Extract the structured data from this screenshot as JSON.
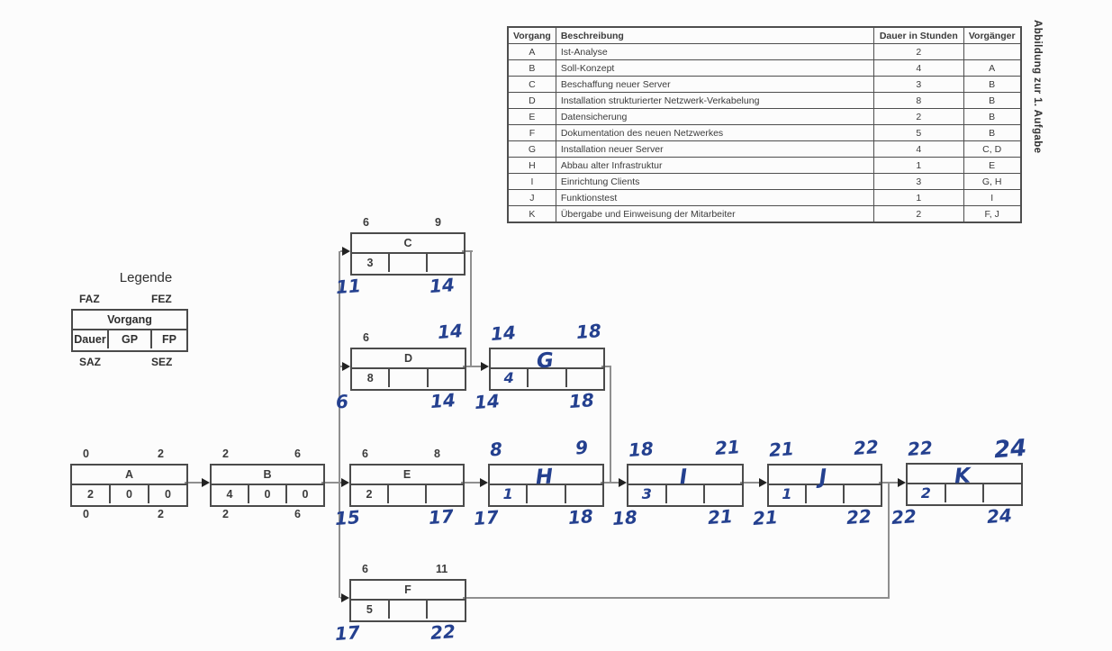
{
  "caption": "Abbildung zur 1. Aufgabe",
  "colors": {
    "ink": "#24408f",
    "printed": "#3b3b3b",
    "line": "#8f8f8f",
    "box_border": "#4b4b4b"
  },
  "table": {
    "headers": [
      "Vorgang",
      "Beschreibung",
      "Dauer in Stunden",
      "Vorgänger"
    ],
    "rows": [
      [
        "A",
        "Ist-Analyse",
        "2",
        ""
      ],
      [
        "B",
        "Soll-Konzept",
        "4",
        "A"
      ],
      [
        "C",
        "Beschaffung neuer Server",
        "3",
        "B"
      ],
      [
        "D",
        "Installation strukturierter Netzwerk-Verkabelung",
        "8",
        "B"
      ],
      [
        "E",
        "Datensicherung",
        "2",
        "B"
      ],
      [
        "F",
        "Dokumentation des neuen Netzwerkes",
        "5",
        "B"
      ],
      [
        "G",
        "Installation neuer Server",
        "4",
        "C, D"
      ],
      [
        "H",
        "Abbau alter Infrastruktur",
        "1",
        "E"
      ],
      [
        "I",
        "Einrichtung Clients",
        "3",
        "G, H"
      ],
      [
        "J",
        "Funktionstest",
        "1",
        "I"
      ],
      [
        "K",
        "Übergabe und Einweisung der Mitarbeiter",
        "2",
        "F, J"
      ]
    ]
  },
  "legend": {
    "title": "Legende",
    "faz": "FAZ",
    "fez": "FEZ",
    "saz": "SAZ",
    "sez": "SEZ",
    "vorgang": "Vorgang",
    "dauer": "Dauer",
    "gp": "GP",
    "fp": "FP"
  },
  "nodes": [
    {
      "id": "A",
      "name": {
        "t": "A",
        "h": false
      },
      "faz": {
        "t": "0",
        "h": false
      },
      "fez": {
        "t": "2",
        "h": false
      },
      "saz": {
        "t": "0",
        "h": false
      },
      "sez": {
        "t": "2",
        "h": false
      },
      "dauer": {
        "t": "2",
        "h": false
      },
      "gp": {
        "t": "0",
        "h": false
      },
      "fp": {
        "t": "0",
        "h": false
      }
    },
    {
      "id": "B",
      "name": {
        "t": "B",
        "h": false
      },
      "faz": {
        "t": "2",
        "h": false
      },
      "fez": {
        "t": "6",
        "h": false
      },
      "saz": {
        "t": "2",
        "h": false
      },
      "sez": {
        "t": "6",
        "h": false
      },
      "dauer": {
        "t": "4",
        "h": false
      },
      "gp": {
        "t": "0",
        "h": false
      },
      "fp": {
        "t": "0",
        "h": false
      }
    },
    {
      "id": "C",
      "name": {
        "t": "C",
        "h": false
      },
      "faz": {
        "t": "6",
        "h": false
      },
      "fez": {
        "t": "9",
        "h": false
      },
      "saz": {
        "t": "11",
        "h": true
      },
      "sez": {
        "t": "14",
        "h": true
      },
      "dauer": {
        "t": "3",
        "h": false
      },
      "gp": {
        "t": "",
        "h": false
      },
      "fp": {
        "t": "",
        "h": false
      }
    },
    {
      "id": "D",
      "name": {
        "t": "D",
        "h": false
      },
      "faz": {
        "t": "6",
        "h": false
      },
      "fez": {
        "t": "14",
        "h": true
      },
      "saz": {
        "t": "6",
        "h": true
      },
      "sez": {
        "t": "14",
        "h": true
      },
      "dauer": {
        "t": "8",
        "h": false
      },
      "gp": {
        "t": "",
        "h": false
      },
      "fp": {
        "t": "",
        "h": false
      }
    },
    {
      "id": "E",
      "name": {
        "t": "E",
        "h": false
      },
      "faz": {
        "t": "6",
        "h": false
      },
      "fez": {
        "t": "8",
        "h": false
      },
      "saz": {
        "t": "15",
        "h": true
      },
      "sez": {
        "t": "17",
        "h": true
      },
      "dauer": {
        "t": "2",
        "h": false
      },
      "gp": {
        "t": "",
        "h": false
      },
      "fp": {
        "t": "",
        "h": false
      }
    },
    {
      "id": "F",
      "name": {
        "t": "F",
        "h": false
      },
      "faz": {
        "t": "6",
        "h": false
      },
      "fez": {
        "t": "11",
        "h": false
      },
      "saz": {
        "t": "17",
        "h": true
      },
      "sez": {
        "t": "22",
        "h": true
      },
      "dauer": {
        "t": "5",
        "h": false
      },
      "gp": {
        "t": "",
        "h": false
      },
      "fp": {
        "t": "",
        "h": false
      }
    },
    {
      "id": "G",
      "name": {
        "t": "G",
        "h": true
      },
      "faz": {
        "t": "14",
        "h": true
      },
      "fez": {
        "t": "18",
        "h": true
      },
      "saz": {
        "t": "14",
        "h": true
      },
      "sez": {
        "t": "18",
        "h": true
      },
      "dauer": {
        "t": "4",
        "h": true
      },
      "gp": {
        "t": "",
        "h": false
      },
      "fp": {
        "t": "",
        "h": false
      }
    },
    {
      "id": "H",
      "name": {
        "t": "H",
        "h": true
      },
      "faz": {
        "t": "8",
        "h": true
      },
      "fez": {
        "t": "9",
        "h": true
      },
      "saz": {
        "t": "17",
        "h": true
      },
      "sez": {
        "t": "18",
        "h": true
      },
      "dauer": {
        "t": "1",
        "h": true
      },
      "gp": {
        "t": "",
        "h": false
      },
      "fp": {
        "t": "",
        "h": false
      }
    },
    {
      "id": "I",
      "name": {
        "t": "I",
        "h": true
      },
      "faz": {
        "t": "18",
        "h": true
      },
      "fez": {
        "t": "21",
        "h": true
      },
      "saz": {
        "t": "18",
        "h": true
      },
      "sez": {
        "t": "21",
        "h": true
      },
      "dauer": {
        "t": "3",
        "h": true
      },
      "gp": {
        "t": "",
        "h": false
      },
      "fp": {
        "t": "",
        "h": false
      }
    },
    {
      "id": "J",
      "name": {
        "t": "J",
        "h": true
      },
      "faz": {
        "t": "21",
        "h": true
      },
      "fez": {
        "t": "22",
        "h": true
      },
      "saz": {
        "t": "21",
        "h": true
      },
      "sez": {
        "t": "22",
        "h": true
      },
      "dauer": {
        "t": "1",
        "h": true
      },
      "gp": {
        "t": "",
        "h": false
      },
      "fp": {
        "t": "",
        "h": false
      }
    },
    {
      "id": "K",
      "name": {
        "t": "K",
        "h": true
      },
      "faz": {
        "t": "22",
        "h": true
      },
      "fez": {
        "t": "24",
        "h": true
      },
      "saz": {
        "t": "22",
        "h": true
      },
      "sez": {
        "t": "24",
        "h": true
      },
      "dauer": {
        "t": "2",
        "h": true
      },
      "gp": {
        "t": "",
        "h": false
      },
      "fp": {
        "t": "",
        "h": false
      }
    }
  ],
  "edges": [
    {
      "from": "A",
      "to": "B"
    },
    {
      "from": "B",
      "to": "C"
    },
    {
      "from": "B",
      "to": "D"
    },
    {
      "from": "B",
      "to": "E"
    },
    {
      "from": "B",
      "to": "F"
    },
    {
      "from": "C",
      "to": "G"
    },
    {
      "from": "D",
      "to": "G"
    },
    {
      "from": "E",
      "to": "H"
    },
    {
      "from": "G",
      "to": "I"
    },
    {
      "from": "H",
      "to": "I"
    },
    {
      "from": "I",
      "to": "J"
    },
    {
      "from": "J",
      "to": "K"
    },
    {
      "from": "F",
      "to": "K"
    }
  ]
}
